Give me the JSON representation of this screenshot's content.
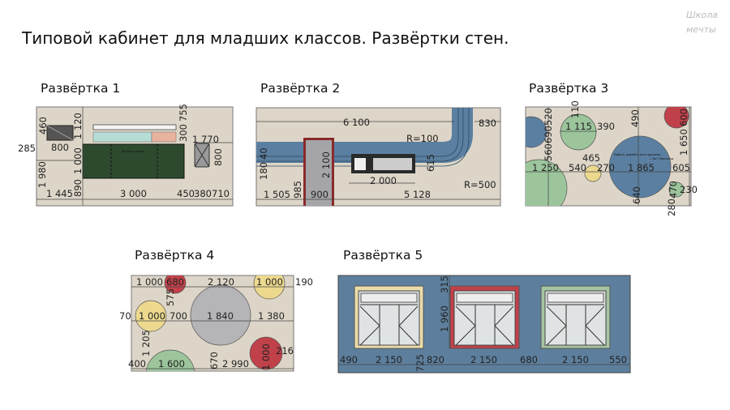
{
  "slide": {
    "title": "Типовой кабинет для младших классов. Развёртки стен.",
    "logo_line1": "Школа",
    "logo_line2": "мечты"
  },
  "panels": [
    {
      "title": "Развёртка 1",
      "board_label": "Важная работа",
      "dims": [
        "460",
        "285",
        "800",
        "1 120",
        "755",
        "300",
        "1 770",
        "800",
        "1 980",
        "1 000",
        "890",
        "1 445",
        "3 000",
        "450",
        "380",
        "710"
      ]
    },
    {
      "title": "Развёртка 2",
      "dims": [
        "6 100",
        "830",
        "R=100",
        "40",
        "180",
        "2 100",
        "615",
        "2 000",
        "R=500",
        "1 505",
        "985",
        "900",
        "5 128"
      ]
    },
    {
      "title": "Развёртка 3",
      "circle_quote": "Работа, давайте жить дружно!",
      "circle_author": "— Кот Леопольд",
      "dims": [
        "520",
        "690",
        "560",
        "110",
        "1 115",
        "390",
        "490",
        "600",
        "1 650",
        "465",
        "1 250",
        "540",
        "270",
        "1 865",
        "605",
        "640",
        "470",
        "230",
        "280"
      ]
    },
    {
      "title": "Развёртка 4",
      "dims": [
        "1 000",
        "680",
        "2 120",
        "1 000",
        "190",
        "575",
        "70",
        "1 000",
        "700",
        "1 840",
        "1 380",
        "1 205",
        "216",
        "1 000",
        "670",
        "400",
        "1 600",
        "2 990"
      ]
    },
    {
      "title": "Развёртка 5",
      "dims": [
        "315",
        "1 960",
        "490",
        "2 150",
        "725",
        "820",
        "2 150",
        "680",
        "2 150",
        "550"
      ]
    }
  ],
  "colors": {
    "wall": "#ddd6c8",
    "board": "#2d4a2f",
    "pipe": "#5b7fa0",
    "red": "#c0414a",
    "green": "#9cc59c",
    "yellow": "#ecd98e",
    "gray": "#b5b5b8",
    "blue_wall": "#5d7f9d"
  }
}
